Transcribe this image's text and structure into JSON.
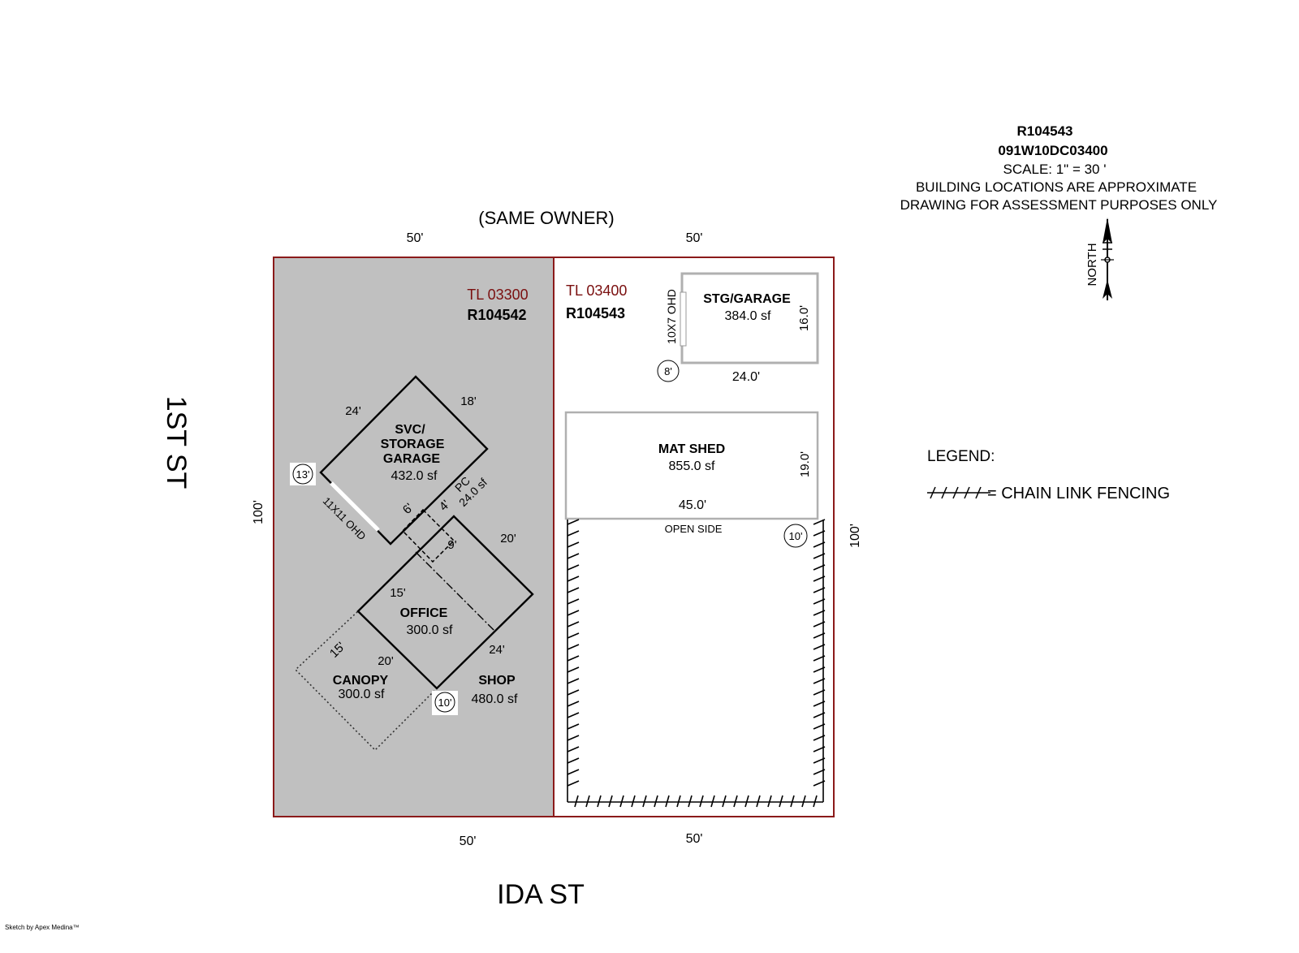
{
  "header": {
    "parcel_id": "R104543",
    "map_number": "091W10DC03400",
    "scale": "SCALE: 1\" = 30 '",
    "note1": "BUILDING LOCATIONS ARE APPROXIMATE",
    "note2": "DRAWING FOR ASSESSMENT PURPOSES ONLY"
  },
  "north_label": "NORTH",
  "streets": {
    "top_note": "(SAME OWNER)",
    "west": "1ST ST",
    "south": "IDA ST"
  },
  "lot_dims": {
    "top_left": "50'",
    "top_right": "50'",
    "bottom_left": "50'",
    "bottom_right": "50'",
    "left": "100'",
    "right": "100'"
  },
  "lots": {
    "left": {
      "tl": "TL 03300",
      "account": "R104542"
    },
    "right": {
      "tl": "TL 03400",
      "account": "R104543"
    }
  },
  "buildings": {
    "svc": {
      "line1": "SVC/",
      "line2": "STORAGE",
      "line3": "GARAGE",
      "area": "432.0 sf",
      "d1": "24'",
      "d2": "18'",
      "d3": "6'",
      "door": "11X11 OHD",
      "ht": "13'"
    },
    "pc": {
      "label": "PC",
      "area": "24.0 sf",
      "d": "4'"
    },
    "office": {
      "name": "OFFICE",
      "area": "300.0 sf",
      "d1": "9'",
      "d2": "15'",
      "d3": "20'",
      "d4": "24'"
    },
    "canopy": {
      "name": "CANOPY",
      "area": "300.0 sf",
      "d1": "15'",
      "d2": "20'",
      "ht": "10'"
    },
    "shop": {
      "name": "SHOP",
      "area": "480.0 sf"
    },
    "stg": {
      "name": "STG/GARAGE",
      "area": "384.0 sf",
      "d1": "16.0'",
      "d2": "24.0'",
      "door": "10X7 OHD",
      "ht": "8'"
    },
    "mat": {
      "name": "MAT SHED",
      "area": "855.0 sf",
      "d1": "19.0'",
      "d2": "45.0'",
      "open": "OPEN SIDE",
      "ht": "10'"
    }
  },
  "legend": {
    "title": "LEGEND:",
    "fence": "= CHAIN LINK FENCING"
  },
  "colors": {
    "lot_line": "#8b1a1a",
    "lot_fill": "#c0c0c0",
    "tl_text": "#7a0f0f",
    "building_gray": "#b0b0b0"
  },
  "credit": "Sketch by Apex Medina™"
}
